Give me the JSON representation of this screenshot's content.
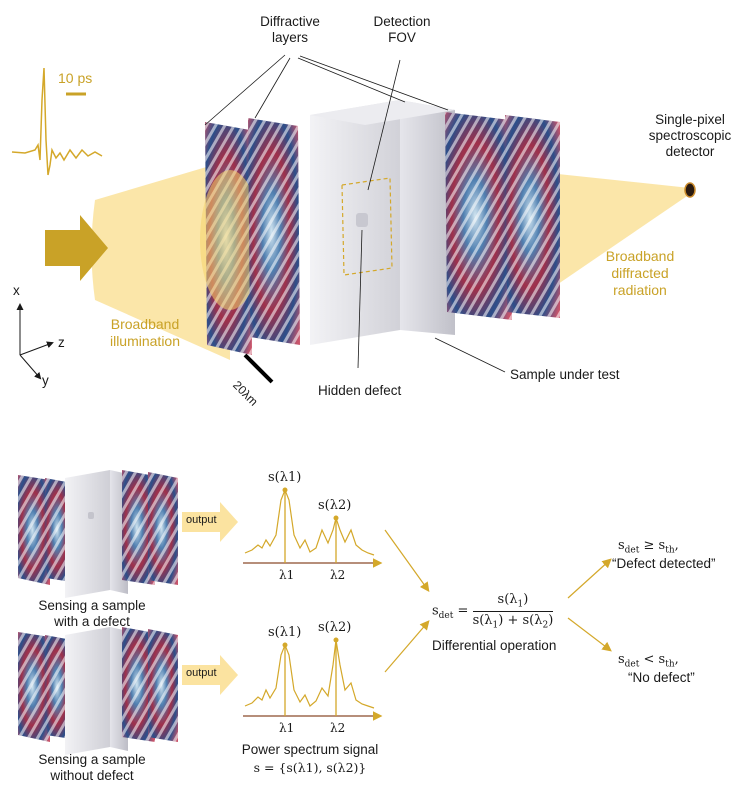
{
  "top": {
    "pulse_scale_label": "10 ps",
    "diffractive_layers_label": "Diffractive\nlayers",
    "detection_fov_label": "Detection\nFOV",
    "detector_label": "Single-pixel\nspectroscopic\ndetector",
    "broadband_illumination_label": "Broadband\nillumination",
    "broadband_diffracted_label": "Broadband\ndiffracted\nradiation",
    "hidden_defect_label": "Hidden defect",
    "sample_under_test_label": "Sample under test",
    "scale_bar_label": "20λm",
    "axis_x": "x",
    "axis_y": "y",
    "axis_z": "z"
  },
  "bottom": {
    "output_label_1": "output",
    "output_label_2": "output",
    "sensing_defect_caption": "Sensing a sample\nwith a defect",
    "sensing_no_defect_caption": "Sensing a sample\nwithout defect",
    "power_spectrum_caption": "Power spectrum signal",
    "signal_definition": "s = {s(λ1), s(λ2)}",
    "differential_label": "Differential operation",
    "defect_detected_label": "“Defect detected”",
    "no_defect_label": "“No defect”",
    "peak1_label": "s(λ1)",
    "peak2_label": "s(λ2)",
    "lambda1": "λ1",
    "lambda2": "λ2"
  },
  "colors": {
    "gold": "#c9a227",
    "beam": "#fbe3a0",
    "spectrum_axis": "#8b4a2b",
    "arrow": "#d4a82a",
    "sample_gray": "#d9d9de"
  }
}
